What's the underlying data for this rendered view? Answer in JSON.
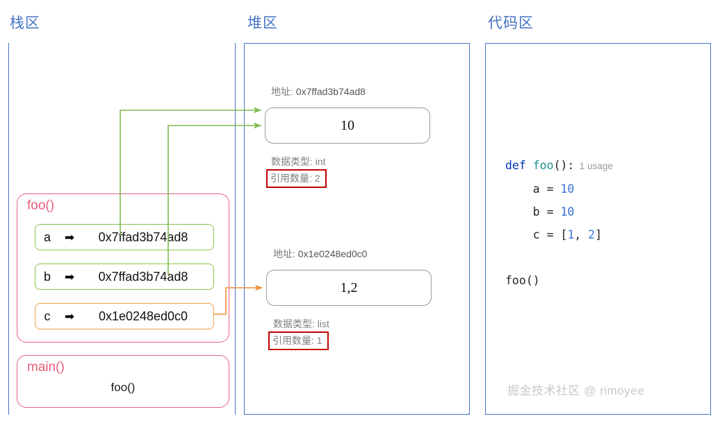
{
  "sections": {
    "stack": {
      "title": "栈区"
    },
    "heap": {
      "title": "堆区"
    },
    "code": {
      "title": "代码区"
    }
  },
  "stack": {
    "frames": [
      {
        "label": "foo()",
        "variables": [
          {
            "name": "a",
            "arrow": "➡",
            "value": "0x7ffad3b74ad8",
            "color": "#8bc34a"
          },
          {
            "name": "b",
            "arrow": "➡",
            "value": "0x7ffad3b74ad8",
            "color": "#8bc34a"
          },
          {
            "name": "c",
            "arrow": "➡",
            "value": "0x1e0248ed0c0",
            "color": "#f0a04b"
          }
        ]
      },
      {
        "label": "main()",
        "call": "foo()"
      }
    ]
  },
  "heap": {
    "objects": [
      {
        "address_label": "地址",
        "address_value": "0x7ffad3b74ad8",
        "value": "10",
        "type_label": "数据类型",
        "type_value": "int",
        "refs_label": "引用数量",
        "refs_value": "2"
      },
      {
        "address_label": "地址",
        "address_value": "0x1e0248ed0c0",
        "value": "1,2",
        "type_label": "数据类型",
        "type_value": "list",
        "refs_label": "引用数量",
        "refs_value": "1"
      }
    ]
  },
  "code": {
    "lines": [
      {
        "indent": 0,
        "tokens": [
          {
            "t": "def ",
            "c": "kw"
          },
          {
            "t": "foo",
            "c": "fn"
          },
          {
            "t": "():",
            "c": "punc"
          }
        ],
        "hint": "1 usage"
      },
      {
        "indent": 1,
        "tokens": [
          {
            "t": "a ",
            "c": "var"
          },
          {
            "t": "= ",
            "c": "punc"
          },
          {
            "t": "10",
            "c": "num"
          }
        ]
      },
      {
        "indent": 1,
        "tokens": [
          {
            "t": "b ",
            "c": "var"
          },
          {
            "t": "= ",
            "c": "punc"
          },
          {
            "t": "10",
            "c": "num"
          }
        ]
      },
      {
        "indent": 1,
        "tokens": [
          {
            "t": "c ",
            "c": "var"
          },
          {
            "t": "= ",
            "c": "punc"
          },
          {
            "t": "[",
            "c": "punc"
          },
          {
            "t": "1",
            "c": "num"
          },
          {
            "t": ", ",
            "c": "punc"
          },
          {
            "t": "2",
            "c": "num"
          },
          {
            "t": "]",
            "c": "punc"
          }
        ]
      },
      {
        "indent": 0,
        "tokens": []
      },
      {
        "indent": 0,
        "tokens": [
          {
            "t": "foo",
            "c": "var"
          },
          {
            "t": "()",
            "c": "punc"
          }
        ]
      }
    ]
  },
  "watermark": "掘金技术社区 @ rimoyee",
  "colors": {
    "panel_border": "#4472c4",
    "section_title": "#4472c4",
    "frame_border": "#e8607d",
    "green_connector": "#7cba4e",
    "orange_connector": "#e8913a",
    "ref_box_border": "#c00000",
    "heap_box_border": "#9a9a9a",
    "muted_text": "#808080"
  },
  "connectors": [
    {
      "name": "a-to-int-object",
      "from": "slot-a",
      "to": "heap-object-1",
      "color": "#7cba4e"
    },
    {
      "name": "b-to-int-object",
      "from": "slot-b",
      "to": "heap-object-1",
      "color": "#7cba4e"
    },
    {
      "name": "c-to-list-object",
      "from": "slot-c",
      "to": "heap-object-2",
      "color": "#e8913a"
    }
  ]
}
